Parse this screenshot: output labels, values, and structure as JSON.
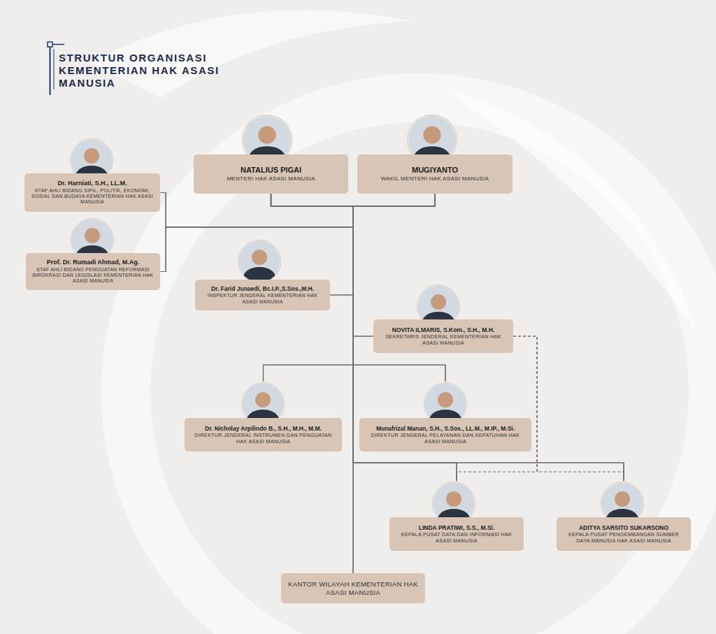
{
  "diagram": {
    "title": "STRUKTUR ORGANISASI KEMENTERIAN HAK ASASI MANUSIA",
    "nodes": [
      {
        "text": [
          "NATALIUS PIGAI",
          "MENTERI HAK ASASI MANUSIA"
        ]
      },
      {
        "text": [
          "MUGIYANTO",
          "WAKIL MENTERI HAK ASASI MANUSIA"
        ]
      },
      {
        "text": [
          "Dr. Harniati, S.H., LL.M.",
          "STAF AHLI BIDANG SIPIL, POLITIK, EKONOMI, SOSIAL DAN BUDAYA KEMENTERIAN HAK ASASI MANUSIA"
        ]
      },
      {
        "text": [
          "Prof. Dr. Rumadi Ahmad, M.Ag.",
          "STAF AHLI BIDANG PENGUATAN REFORMASI BIROKRASI DAN LEGISLASI KEMENTERIAN HAK ASASI MANUSIA"
        ]
      },
      {
        "text": [
          "Dr. Farid Junaedi, Bc.I.P.,S.Sos.,M.H.",
          "INSPEKTUR JENDERAL KEMENTERIAN HAK ASASI MANUSIA"
        ]
      },
      {
        "text": [
          "NOVITA ILMARIS, S.Kom., S.H., M.H.",
          "SEKRETARIS JENDERAL KEMENTERIAN HAK ASASI MANUSIA"
        ]
      },
      {
        "text": [
          "Dr. Nicholay Arpilindo B., S.H., M.H., M.M.",
          "DIREKTUR JENDERAL INSTRUMEN DAN PENGUATAN HAK ASASI MANUSIA"
        ]
      },
      {
        "text": [
          "Munafrizal Manan, S.H., S.Sos., LL.M., M.IP., M.Si.",
          "DIREKTUR JENDERAL PELAYANAN DAN KEPATUHAN HAK ASASI MANUSIA"
        ]
      },
      {
        "text": [
          "LINDA PRATIWI, S.S., M.Si.",
          "KEPALA PUSAT DATA DAN INFORMASI HAK ASASI MANUSIA"
        ]
      },
      {
        "text": [
          "ADITYA SARSITO SUKARSONO",
          "KEPALA PUSAT PENGEMBANGAN SUMBER DAYA MANUSIA HAK ASASI MANUSIA"
        ]
      },
      {
        "text": [
          "KANTOR WILAYAH KEMENTERIAN HAK ASASI MANUSIA"
        ]
      }
    ],
    "edges": [
      {
        "from": 0,
        "to": 2,
        "arrow": "none"
      },
      {
        "from": 0,
        "to": 3,
        "arrow": "none"
      },
      {
        "from": 0,
        "to": 4,
        "arrow": "none"
      },
      {
        "from": 0,
        "to": 5,
        "arrow": "none"
      },
      {
        "from": 0,
        "to": 6,
        "arrow": "none"
      },
      {
        "from": 0,
        "to": 7,
        "arrow": "none"
      },
      {
        "from": 0,
        "to": 8,
        "arrow": "none"
      },
      {
        "from": 0,
        "to": 9,
        "arrow": "none"
      },
      {
        "from": 0,
        "to": 10,
        "arrow": "none"
      },
      {
        "from": 1,
        "to": 2,
        "arrow": "none"
      },
      {
        "from": 1,
        "to": 3,
        "arrow": "none"
      },
      {
        "from": 1,
        "to": 4,
        "arrow": "none"
      },
      {
        "from": 1,
        "to": 5,
        "arrow": "none"
      },
      {
        "from": 1,
        "to": 6,
        "arrow": "none"
      },
      {
        "from": 1,
        "to": 7,
        "arrow": "none"
      },
      {
        "from": 1,
        "to": 8,
        "arrow": "none"
      },
      {
        "from": 1,
        "to": 9,
        "arrow": "none"
      },
      {
        "from": 1,
        "to": 10,
        "arrow": "none"
      },
      {
        "from": 5,
        "to": 8,
        "arrow": "none"
      },
      {
        "from": 5,
        "to": 9,
        "arrow": "none"
      }
    ]
  }
}
